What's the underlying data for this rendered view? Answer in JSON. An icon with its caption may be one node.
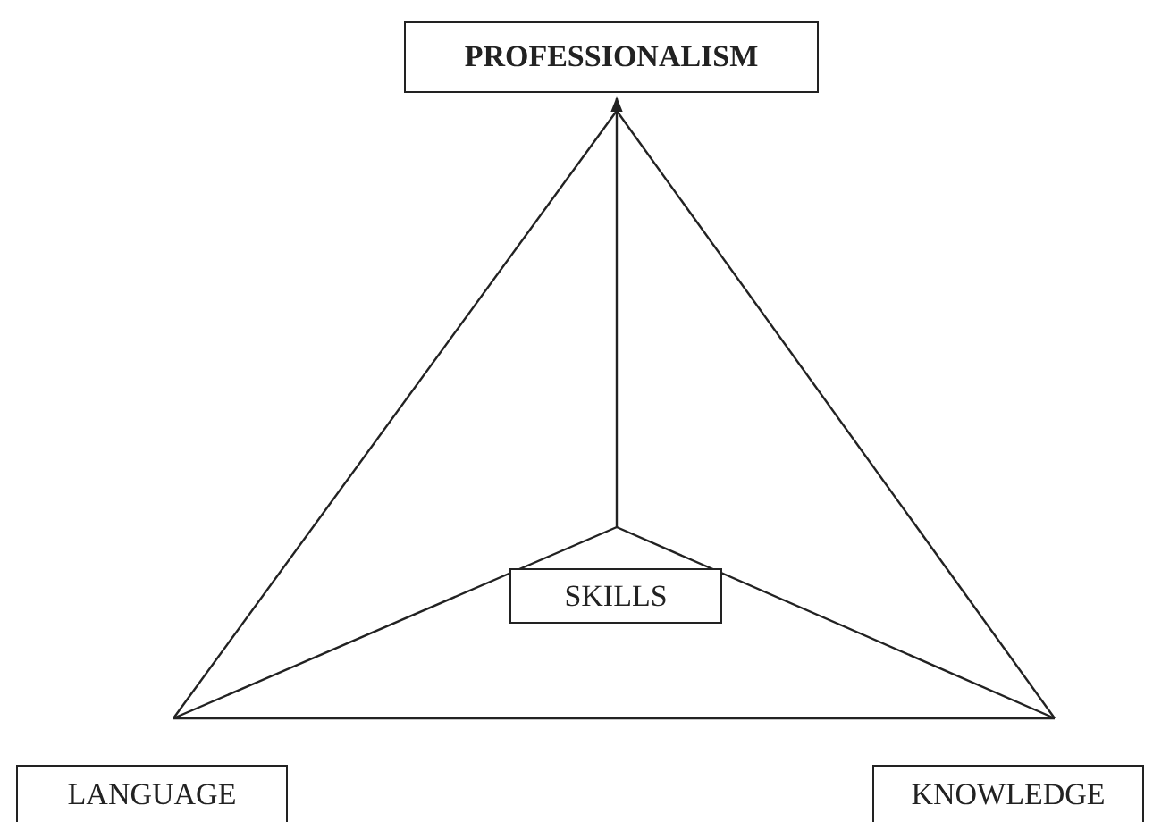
{
  "diagram": {
    "nodes": [
      {
        "text": [
          "PROFESSIONALISM"
        ]
      },
      {
        "text": [
          "SKILLS"
        ]
      },
      {
        "text": [
          "LANGUAGE"
        ]
      },
      {
        "text": [
          "KNOWLEDGE"
        ]
      }
    ],
    "edges": [
      {
        "from": 1,
        "to": 0,
        "arrow": "to"
      },
      {
        "from": 1,
        "to": 2,
        "arrow": "none"
      },
      {
        "from": 1,
        "to": 3,
        "arrow": "none"
      },
      {
        "from": 0,
        "to": 2,
        "arrow": "none"
      },
      {
        "from": 0,
        "to": 3,
        "arrow": "none"
      },
      {
        "from": 2,
        "to": 3,
        "arrow": "none"
      }
    ]
  }
}
